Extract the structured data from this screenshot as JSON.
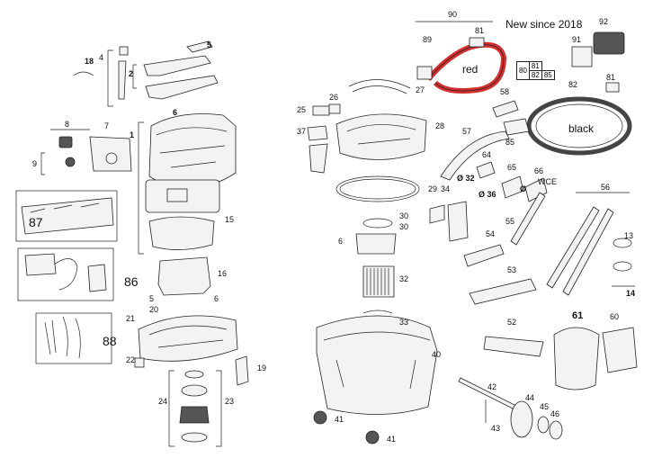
{
  "header": {
    "note": "New since 2018"
  },
  "hose_colors": {
    "red_label": "red",
    "black_label": "black",
    "red": "#d32f2f",
    "black": "#111111"
  },
  "table": {
    "r1c1": "80",
    "r1c2": "81",
    "r2c2": "82",
    "r2c3": "85"
  },
  "labels": {
    "l1": "1",
    "l2": "2",
    "l4": "4",
    "l5a": "5",
    "l5b": "5",
    "l6a": "6",
    "l6b": "6",
    "l6c": "6",
    "l7": "7",
    "l8": "8",
    "l9": "9",
    "l13": "13",
    "l14": "14",
    "l15": "15",
    "l16": "16",
    "l18": "18",
    "l19": "19",
    "l20": "20",
    "l21": "21",
    "l22": "22",
    "l23": "23",
    "l24": "24",
    "l25": "25",
    "l26": "26",
    "l27": "27",
    "l28": "28",
    "l29": "29",
    "l30a": "30",
    "l30b": "30",
    "l32": "32",
    "l33": "33",
    "l34": "34",
    "l37": "37",
    "l40": "40",
    "l41a": "41",
    "l41b": "41",
    "l42": "42",
    "l43": "43",
    "l44": "44",
    "l45": "45",
    "l46": "46",
    "l52": "52",
    "l53": "53",
    "l54": "54",
    "l55": "55",
    "l56": "56",
    "l57": "57",
    "l58": "58",
    "l60": "60",
    "l61": "61",
    "l64": "64",
    "l65": "65",
    "l66": "66",
    "l81a": "81",
    "l81b": "81",
    "l82": "82",
    "l85": "85",
    "l89": "89",
    "l90": "90",
    "l91": "91",
    "l92": "92",
    "l86": "86",
    "l87": "87",
    "l88": "88",
    "d32": "Ø 32",
    "d36": "Ø 36",
    "dplain": "Ø",
    "wce": "WCE"
  }
}
